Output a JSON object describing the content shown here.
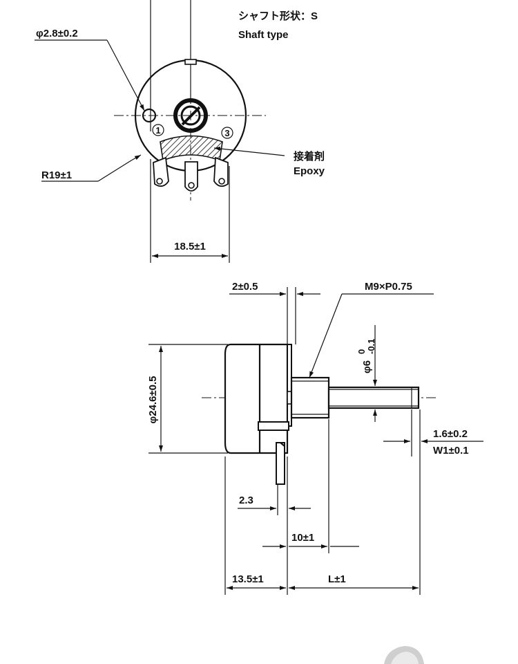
{
  "top_view": {
    "shaft_type_jp": "シャフト形状：S",
    "shaft_type_en": "Shaft type",
    "hole_dim": "φ2.8±0.2",
    "radius_dim": "R19±1",
    "epoxy_jp": "接着剤",
    "epoxy_en": "Epoxy",
    "width_dim": "18.5±1",
    "terminal_1": "1",
    "terminal_3": "3"
  },
  "side_view": {
    "flange_dim": "2±0.5",
    "thread_dim": "M9×P0.75",
    "body_dia_dim": "φ24.6±0.5",
    "shaft_dia_dim": "φ6",
    "shaft_tol_upper": "0",
    "shaft_tol_lower": "-0.1",
    "slot_depth_dim": "1.6±0.2",
    "slot_width_dim": "W1±0.1",
    "terminal_dim": "2.3",
    "bushing_dim": "10±1",
    "body_depth_dim": "13.5±1",
    "shaft_len_dim": "L±1"
  }
}
